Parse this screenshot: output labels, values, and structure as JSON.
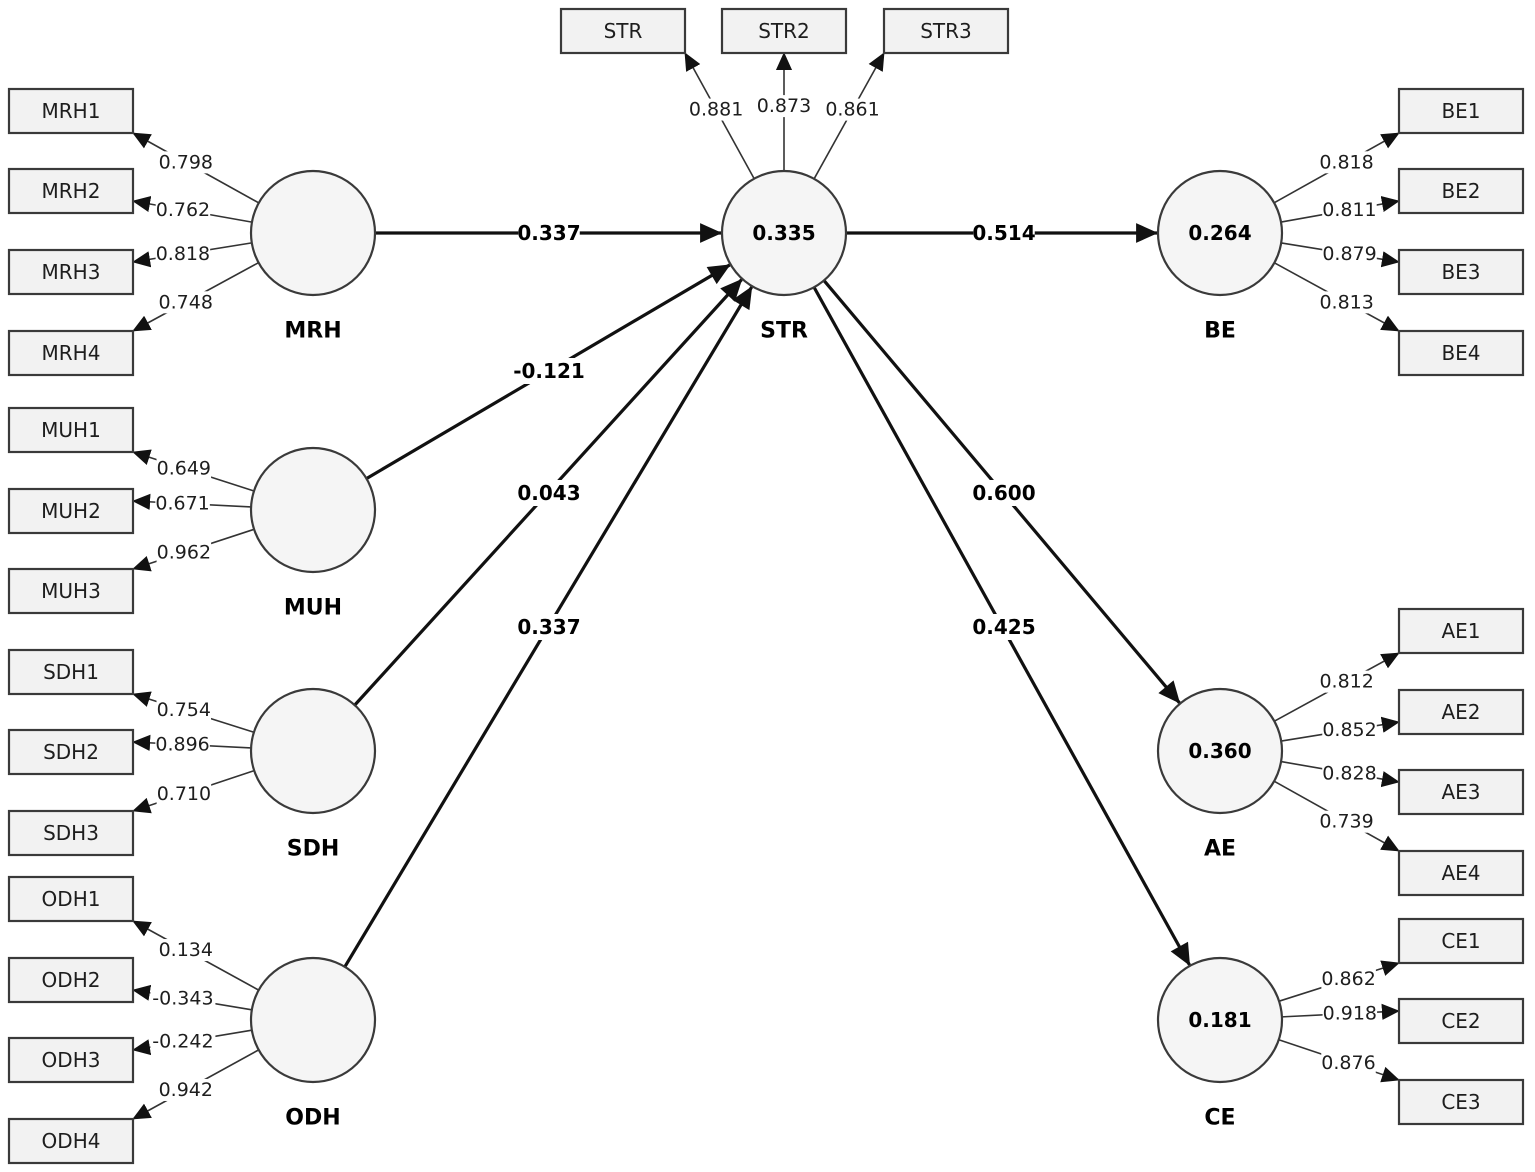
{
  "constructs": [
    {
      "id": "MRH",
      "name": "MRH",
      "r2": ""
    },
    {
      "id": "MUH",
      "name": "MUH",
      "r2": ""
    },
    {
      "id": "SDH",
      "name": "SDH",
      "r2": ""
    },
    {
      "id": "ODH",
      "name": "ODH",
      "r2": ""
    },
    {
      "id": "STR",
      "name": "STR",
      "r2": "0.335"
    },
    {
      "id": "BE",
      "name": "BE",
      "r2": "0.264"
    },
    {
      "id": "AE",
      "name": "AE",
      "r2": "0.360"
    },
    {
      "id": "CE",
      "name": "CE",
      "r2": "0.181"
    }
  ],
  "indicators": [
    {
      "id": "MRH1",
      "label": "MRH1",
      "construct": "MRH",
      "loading": "0.798"
    },
    {
      "id": "MRH2",
      "label": "MRH2",
      "construct": "MRH",
      "loading": "0.762"
    },
    {
      "id": "MRH3",
      "label": "MRH3",
      "construct": "MRH",
      "loading": "0.818"
    },
    {
      "id": "MRH4",
      "label": "MRH4",
      "construct": "MRH",
      "loading": "0.748"
    },
    {
      "id": "MUH1",
      "label": "MUH1",
      "construct": "MUH",
      "loading": "0.649"
    },
    {
      "id": "MUH2",
      "label": "MUH2",
      "construct": "MUH",
      "loading": "0.671"
    },
    {
      "id": "MUH3",
      "label": "MUH3",
      "construct": "MUH",
      "loading": "0.962"
    },
    {
      "id": "SDH1",
      "label": "SDH1",
      "construct": "SDH",
      "loading": "0.754"
    },
    {
      "id": "SDH2",
      "label": "SDH2",
      "construct": "SDH",
      "loading": "0.896"
    },
    {
      "id": "SDH3",
      "label": "SDH3",
      "construct": "SDH",
      "loading": "0.710"
    },
    {
      "id": "ODH1",
      "label": "ODH1",
      "construct": "ODH",
      "loading": "0.134"
    },
    {
      "id": "ODH2",
      "label": "ODH2",
      "construct": "ODH",
      "loading": "-0.343"
    },
    {
      "id": "ODH3",
      "label": "ODH3",
      "construct": "ODH",
      "loading": "-0.242"
    },
    {
      "id": "ODH4",
      "label": "ODH4",
      "construct": "ODH",
      "loading": "0.942"
    },
    {
      "id": "STR1",
      "label": "STR",
      "construct": "STR",
      "loading": "0.881"
    },
    {
      "id": "STR2",
      "label": "STR2",
      "construct": "STR",
      "loading": "0.873"
    },
    {
      "id": "STR3",
      "label": "STR3",
      "construct": "STR",
      "loading": "0.861"
    },
    {
      "id": "BE1",
      "label": "BE1",
      "construct": "BE",
      "loading": "0.818"
    },
    {
      "id": "BE2",
      "label": "BE2",
      "construct": "BE",
      "loading": "0.811"
    },
    {
      "id": "BE3",
      "label": "BE3",
      "construct": "BE",
      "loading": "0.879"
    },
    {
      "id": "BE4",
      "label": "BE4",
      "construct": "BE",
      "loading": "0.813"
    },
    {
      "id": "AE1",
      "label": "AE1",
      "construct": "AE",
      "loading": "0.812"
    },
    {
      "id": "AE2",
      "label": "AE2",
      "construct": "AE",
      "loading": "0.852"
    },
    {
      "id": "AE3",
      "label": "AE3",
      "construct": "AE",
      "loading": "0.828"
    },
    {
      "id": "AE4",
      "label": "AE4",
      "construct": "AE",
      "loading": "0.739"
    },
    {
      "id": "CE1",
      "label": "CE1",
      "construct": "CE",
      "loading": "0.862"
    },
    {
      "id": "CE2",
      "label": "CE2",
      "construct": "CE",
      "loading": "0.918"
    },
    {
      "id": "CE3",
      "label": "CE3",
      "construct": "CE",
      "loading": "0.876"
    }
  ],
  "paths": [
    {
      "from": "MRH",
      "to": "STR",
      "coef": "0.337"
    },
    {
      "from": "MUH",
      "to": "STR",
      "coef": "-0.121"
    },
    {
      "from": "SDH",
      "to": "STR",
      "coef": "0.043"
    },
    {
      "from": "ODH",
      "to": "STR",
      "coef": "0.337"
    },
    {
      "from": "STR",
      "to": "BE",
      "coef": "0.514"
    },
    {
      "from": "STR",
      "to": "AE",
      "coef": "0.600"
    },
    {
      "from": "STR",
      "to": "CE",
      "coef": "0.425"
    }
  ]
}
